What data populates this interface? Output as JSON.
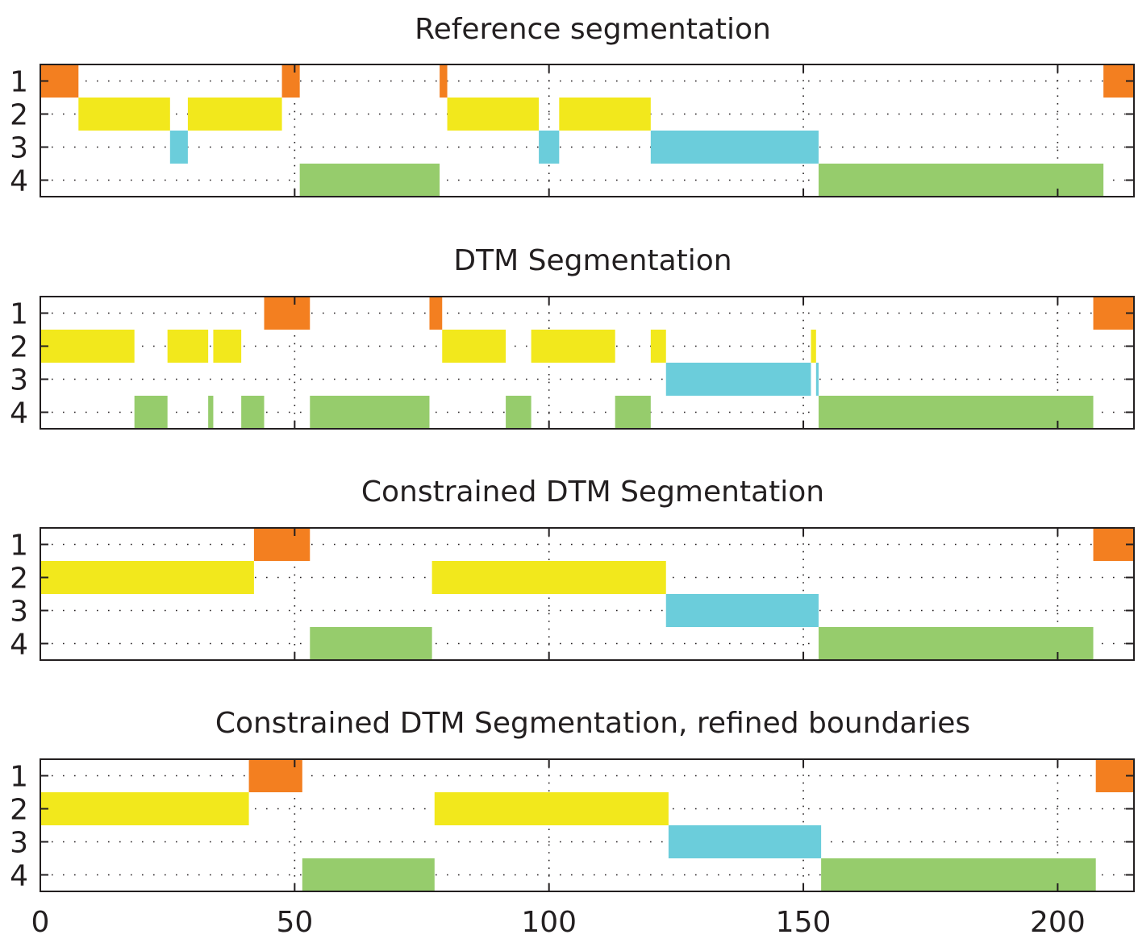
{
  "chart_data": [
    {
      "type": "bar",
      "title": "Reference segmentation",
      "xlim": [
        0,
        215
      ],
      "ylim": [
        0.5,
        4.5
      ],
      "y_ticks": [
        "1",
        "2",
        "3",
        "4"
      ],
      "x_ticks": [],
      "grid": true,
      "segments": [
        {
          "state": 1,
          "start": 0,
          "end": 7.5
        },
        {
          "state": 2,
          "start": 7.5,
          "end": 25.5
        },
        {
          "state": 3,
          "start": 25.5,
          "end": 29
        },
        {
          "state": 2,
          "start": 29,
          "end": 47.5
        },
        {
          "state": 1,
          "start": 47.5,
          "end": 51
        },
        {
          "state": 4,
          "start": 51,
          "end": 78.5
        },
        {
          "state": 1,
          "start": 78.5,
          "end": 80
        },
        {
          "state": 2,
          "start": 80,
          "end": 98
        },
        {
          "state": 3,
          "start": 98,
          "end": 102
        },
        {
          "state": 2,
          "start": 102,
          "end": 120
        },
        {
          "state": 3,
          "start": 120,
          "end": 153
        },
        {
          "state": 4,
          "start": 153,
          "end": 209
        },
        {
          "state": 1,
          "start": 209,
          "end": 215
        }
      ]
    },
    {
      "type": "bar",
      "title": "DTM Segmentation",
      "xlim": [
        0,
        215
      ],
      "ylim": [
        0.5,
        4.5
      ],
      "y_ticks": [
        "1",
        "2",
        "3",
        "4"
      ],
      "x_ticks": [],
      "grid": true,
      "segments": [
        {
          "state": 2,
          "start": 0,
          "end": 18.5
        },
        {
          "state": 4,
          "start": 18.5,
          "end": 25
        },
        {
          "state": 2,
          "start": 25,
          "end": 33
        },
        {
          "state": 4,
          "start": 33,
          "end": 34
        },
        {
          "state": 2,
          "start": 34,
          "end": 39.5
        },
        {
          "state": 4,
          "start": 39.5,
          "end": 44
        },
        {
          "state": 1,
          "start": 44,
          "end": 53
        },
        {
          "state": 4,
          "start": 53,
          "end": 76.5
        },
        {
          "state": 1,
          "start": 76.5,
          "end": 79
        },
        {
          "state": 2,
          "start": 79,
          "end": 91.5
        },
        {
          "state": 4,
          "start": 91.5,
          "end": 96.5
        },
        {
          "state": 2,
          "start": 96.5,
          "end": 113
        },
        {
          "state": 4,
          "start": 113,
          "end": 120
        },
        {
          "state": 2,
          "start": 120,
          "end": 123
        },
        {
          "state": 3,
          "start": 123,
          "end": 151.5
        },
        {
          "state": 2,
          "start": 151.5,
          "end": 152.5
        },
        {
          "state": 3,
          "start": 152.5,
          "end": 153
        },
        {
          "state": 4,
          "start": 153,
          "end": 207
        },
        {
          "state": 1,
          "start": 207,
          "end": 215
        }
      ]
    },
    {
      "type": "bar",
      "title": "Constrained DTM Segmentation",
      "xlim": [
        0,
        215
      ],
      "ylim": [
        0.5,
        4.5
      ],
      "y_ticks": [
        "1",
        "2",
        "3",
        "4"
      ],
      "x_ticks": [],
      "grid": true,
      "segments": [
        {
          "state": 2,
          "start": 0,
          "end": 42
        },
        {
          "state": 1,
          "start": 42,
          "end": 53
        },
        {
          "state": 4,
          "start": 53,
          "end": 77
        },
        {
          "state": 2,
          "start": 77,
          "end": 123
        },
        {
          "state": 3,
          "start": 123,
          "end": 153
        },
        {
          "state": 4,
          "start": 153,
          "end": 207
        },
        {
          "state": 1,
          "start": 207,
          "end": 215
        }
      ]
    },
    {
      "type": "bar",
      "title": "Constrained DTM Segmentation, refined boundaries",
      "xlim": [
        0,
        215
      ],
      "ylim": [
        0.5,
        4.5
      ],
      "y_ticks": [
        "1",
        "2",
        "3",
        "4"
      ],
      "x_ticks": [
        "0",
        "50",
        "100",
        "150",
        "200"
      ],
      "grid": true,
      "segments": [
        {
          "state": 2,
          "start": 0,
          "end": 41
        },
        {
          "state": 1,
          "start": 41,
          "end": 51.5
        },
        {
          "state": 4,
          "start": 51.5,
          "end": 77.5
        },
        {
          "state": 2,
          "start": 77.5,
          "end": 123.5
        },
        {
          "state": 3,
          "start": 123.5,
          "end": 153.5
        },
        {
          "state": 4,
          "start": 153.5,
          "end": 207.5
        },
        {
          "state": 1,
          "start": 207.5,
          "end": 215
        }
      ]
    }
  ],
  "state_colors": {
    "1": "#f37f20",
    "2": "#f2e81c",
    "3": "#6bcddb",
    "4": "#96cc6c"
  },
  "grid_color": "#231f20",
  "axis_color": "#231f20"
}
